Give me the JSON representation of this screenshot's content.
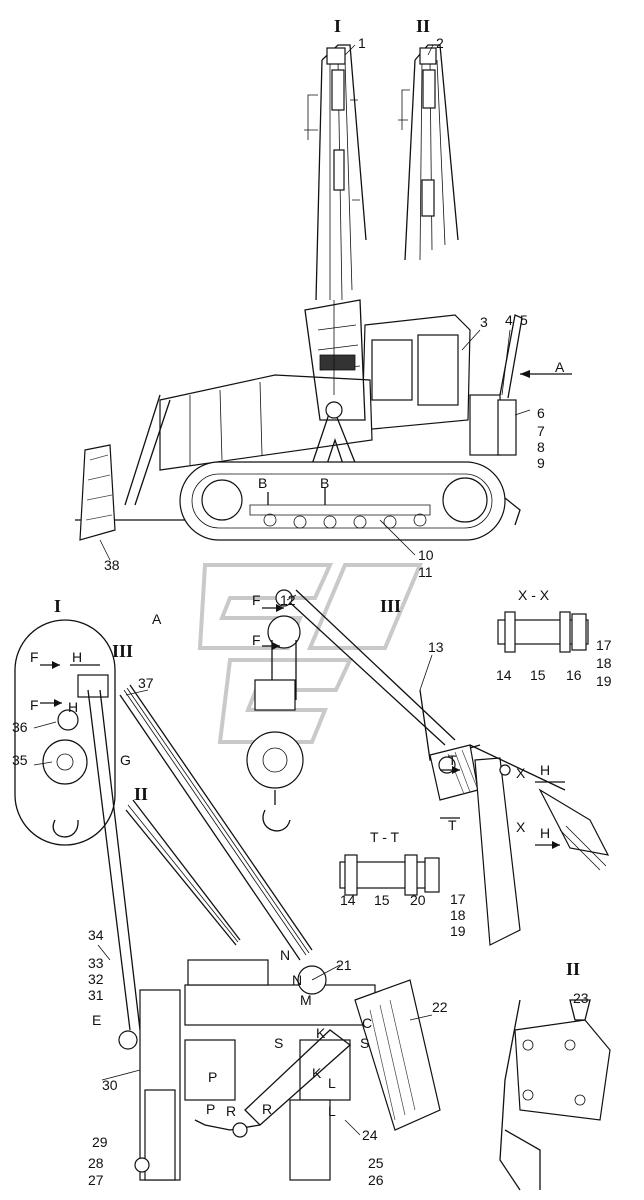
{
  "views": {
    "view_I": "I",
    "view_II": "II",
    "view_III": "III",
    "view_A": "A",
    "section_XX": "X - X",
    "section_TT": "T - T"
  },
  "callouts": [
    "1",
    "2",
    "3",
    "4",
    "5",
    "6",
    "7",
    "8",
    "9",
    "10",
    "11",
    "12",
    "13",
    "14",
    "15",
    "16",
    "17",
    "18",
    "19",
    "20",
    "21",
    "22",
    "23",
    "24",
    "25",
    "26",
    "27",
    "28",
    "29",
    "30",
    "31",
    "32",
    "33",
    "34",
    "35",
    "36",
    "37",
    "38"
  ],
  "letters": {
    "A": "A",
    "B": "B",
    "C": "C",
    "E": "E",
    "F": "F",
    "G": "G",
    "H": "H",
    "K": "K",
    "L": "L",
    "M": "M",
    "N": "N",
    "P": "P",
    "R": "R",
    "S": "S",
    "T": "T",
    "X": "X"
  },
  "colors": {
    "line": "#111111",
    "watermark": "#c9c9c9",
    "background": "#ffffff"
  }
}
